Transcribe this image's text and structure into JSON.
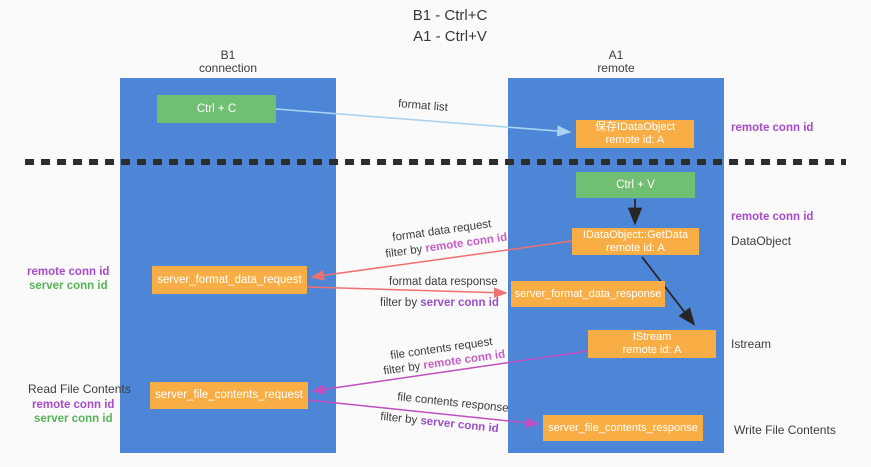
{
  "title": {
    "line1": "B1 - Ctrl+C",
    "line2": "A1 - Ctrl+V"
  },
  "lanes": {
    "left": {
      "title": "B1",
      "subtitle": "connection"
    },
    "right": {
      "title": "A1",
      "subtitle": "remote"
    }
  },
  "nodes": {
    "ctrl_c": {
      "label": "Ctrl + C"
    },
    "save_idataobject": {
      "line1": "保存IDataObject",
      "line2": "remote id: A"
    },
    "ctrl_v": {
      "label": "Ctrl + V"
    },
    "getdata": {
      "line1": "IDataObject::GetData",
      "line2": "remote id: A"
    },
    "format_request": {
      "label": "server_format_data_request"
    },
    "format_response": {
      "label": "server_format_data_response"
    },
    "istream": {
      "line1": "IStream",
      "line2": "remote id: A"
    },
    "file_request": {
      "label": "server_file_contents_request"
    },
    "file_response": {
      "label": "server_file_contents_response"
    }
  },
  "side_labels": {
    "right_remote_conn_top": "remote conn id",
    "right_remote_conn_mid": "remote conn id",
    "data_object": "DataObject",
    "istream": "Istream",
    "write_file_contents": "Write File Contents",
    "left_remote_conn_top": "remote conn id",
    "left_server_conn_top": "server conn id",
    "read_file_contents": "Read File Contents",
    "left_remote_conn_bottom": "remote conn id",
    "left_server_conn_bottom": "server conn id"
  },
  "arrows": {
    "format_list": {
      "text": "format list"
    },
    "format_request": {
      "line1": "format data request",
      "filter_prefix": "filter by",
      "filter_key": "remote conn id"
    },
    "format_response": {
      "line1": "format data response",
      "filter_prefix": "filter by",
      "filter_key": "server conn id"
    },
    "file_request": {
      "line1": "file contents request",
      "filter_prefix": "filter by",
      "filter_key": "remote conn id"
    },
    "file_response": {
      "line1": "file contents response",
      "filter_prefix": "filter by",
      "filter_key": "server conn id"
    }
  },
  "colors": {
    "background": "#fafafa",
    "lane_blue": "#4d86d7",
    "node_green": "#71bf73",
    "node_orange": "#f9ae45",
    "arrow_lightblue": "#a9d4f1",
    "arrow_salmon": "#f0716f",
    "arrow_magenta": "#c14fc1",
    "arrow_black": "#262626",
    "label_purple": "#a64bc8",
    "label_green": "#56b457",
    "filter_remote_magenta": "#c75ec7",
    "filter_server_purple": "#9b4ec9",
    "text_dark": "#3b3b3b"
  }
}
